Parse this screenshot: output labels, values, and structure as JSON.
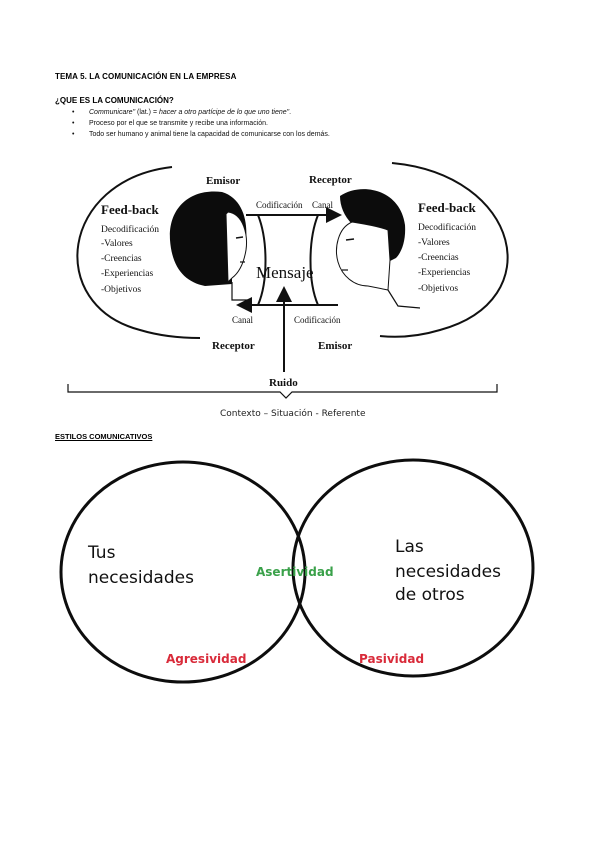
{
  "header": {
    "title": "TEMA 5. LA COMUNICACIÓN EN LA EMPRESA",
    "question": "¿QUE ES LA COMUNICACIÓN?"
  },
  "bullets": [
    {
      "italic": "Communicare\"",
      "normal": " (lat.) = ",
      "italic2": "hacer a otro partícipe de lo que uno tiene\"",
      "end": "."
    },
    {
      "text": "Proceso por el que se transmite y recibe una información."
    },
    {
      "text": "Todo ser humano y animal tiene la capacidad de comunicarse con los demás."
    }
  ],
  "comm_diagram": {
    "left_top": "Emisor",
    "right_top": "Receptor",
    "left_bottom": "Receptor",
    "right_bottom": "Emisor",
    "top_arrow_label": "Codificación",
    "top_channel": "Canal",
    "bottom_channel": "Canal",
    "bottom_arrow_label": "Codificación",
    "center": "Mensaje",
    "noise": "Ruido",
    "context": "Contexto – Situación - Referente",
    "left_feedback_title": "Feed-back",
    "left_feedback_items": [
      "Decodificación",
      "-Valores",
      "-Creencias",
      "-Experiencias",
      "-Objetivos"
    ],
    "right_feedback_title": "Feed-back",
    "right_feedback_items": [
      "Decodificación",
      "-Valores",
      "-Creencias",
      "-Experiencias",
      "-Objetivos"
    ]
  },
  "styles_section": {
    "heading": "ESTILOS COMUNICATIVOS",
    "left_line1": "Tus",
    "left_line2": "necesidades",
    "right_line1": "Las",
    "right_line2": "necesidades",
    "right_line3": "de otros",
    "center": "Asertividad",
    "bottom_left": "Agresividad",
    "bottom_right": "Pasividad",
    "colors": {
      "center": "#3aa14a",
      "aggressive": "#d92b3a",
      "passive": "#d92b3a"
    }
  }
}
